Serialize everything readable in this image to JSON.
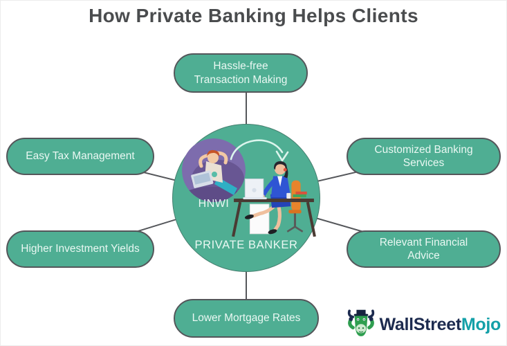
{
  "title": "How Private Banking Helps Clients",
  "nodes": [
    {
      "id": "hassle-free-transaction-making",
      "label": "Hassle-free Transaction Making"
    },
    {
      "id": "easy-tax-management",
      "label": "Easy Tax Management"
    },
    {
      "id": "customized-banking-services",
      "label": "Customized Banking Services"
    },
    {
      "id": "higher-investment-yields",
      "label": "Higher Investment Yields"
    },
    {
      "id": "relevant-financial-advice",
      "label": "Relevant Financial Advice"
    },
    {
      "id": "lower-mortgage-rates",
      "label": "Lower Mortgage Rates"
    }
  ],
  "center": {
    "client_label": "HNWI",
    "banker_label": "PRIVATE BANKER",
    "client_illustration": "relaxing-person-with-laptop",
    "banker_illustration": "woman-banker-at-desk-with-laptop",
    "arrow_icon": "curved-arrow-down"
  },
  "logo": {
    "brand_primary": "WallStreet",
    "brand_secondary": "Mojo",
    "mascot_icon": "bull-mascot"
  },
  "colors": {
    "teal": "#4FAE93",
    "outline": "#54565a",
    "connector": "#54565a",
    "title-text": "#4a4c4e",
    "node-text": "#eaf8f3",
    "hnwi-purple": "#7D6CAD",
    "logo-navy": "#1D2B4F",
    "logo-teal": "#14A0A8"
  }
}
